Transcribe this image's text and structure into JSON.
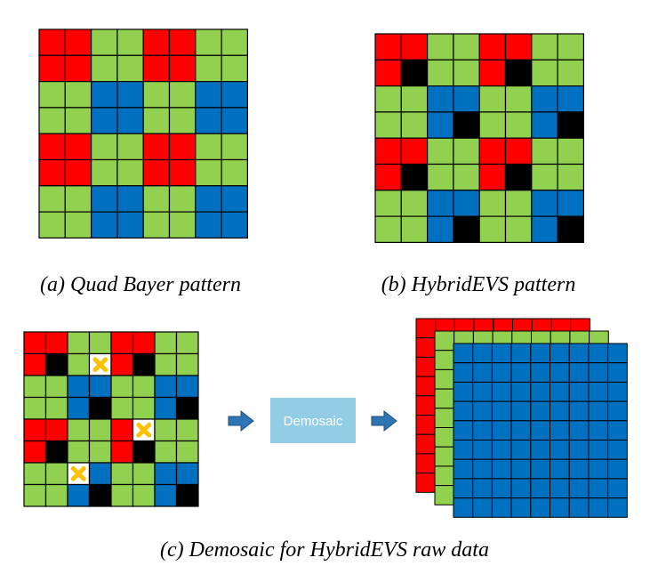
{
  "captions": {
    "a": "(a) Quad Bayer pattern",
    "b": "(b) HybridEVS pattern",
    "c": "(c) Demosaic for HybridEVS raw data"
  },
  "process_box": {
    "label": "Demosaic"
  },
  "colors": {
    "red": "#ff0000",
    "green": "#92d050",
    "blue": "#0070c0",
    "black": "#000000",
    "white": "#ffffff",
    "cross": "#ffc000",
    "process_box": "#92cde6",
    "process_text": "#ffffff",
    "arrow": "#2e75b6",
    "arrow_border": "#1f4e79",
    "grid_line": "#000000"
  },
  "legend_codes": {
    "R": "red",
    "G": "green",
    "B": "blue",
    "K": "black",
    "W": "white"
  },
  "patterns": {
    "quad_bayer": [
      "RRGGRRGG",
      "RRGGRRGG",
      "GGBBGGBB",
      "GGBBGGBB",
      "RRGGRRGG",
      "RRGGRRGG",
      "GGBBGGBB",
      "GGBBGGBB"
    ],
    "hybrid_evs": [
      "RRGGRRGG",
      "RKGGRKGG",
      "GGBBGGBB",
      "GGBKGGBK",
      "RRGGRRGG",
      "RKGGRKGG",
      "GGBBGGBB",
      "GGBKGGBK"
    ],
    "hybrid_evs_missing": [
      "RRGGRRGG",
      "RKGWRKGG",
      "GGBBGGBB",
      "GGBKGGBK",
      "RRGGRWGG",
      "RKGGRKGG",
      "GGWBGGBB",
      "GGBKGGBK"
    ]
  },
  "output_planes": {
    "count": 3,
    "rows": 9,
    "cols": 9,
    "order": [
      "red",
      "green",
      "blue"
    ]
  }
}
